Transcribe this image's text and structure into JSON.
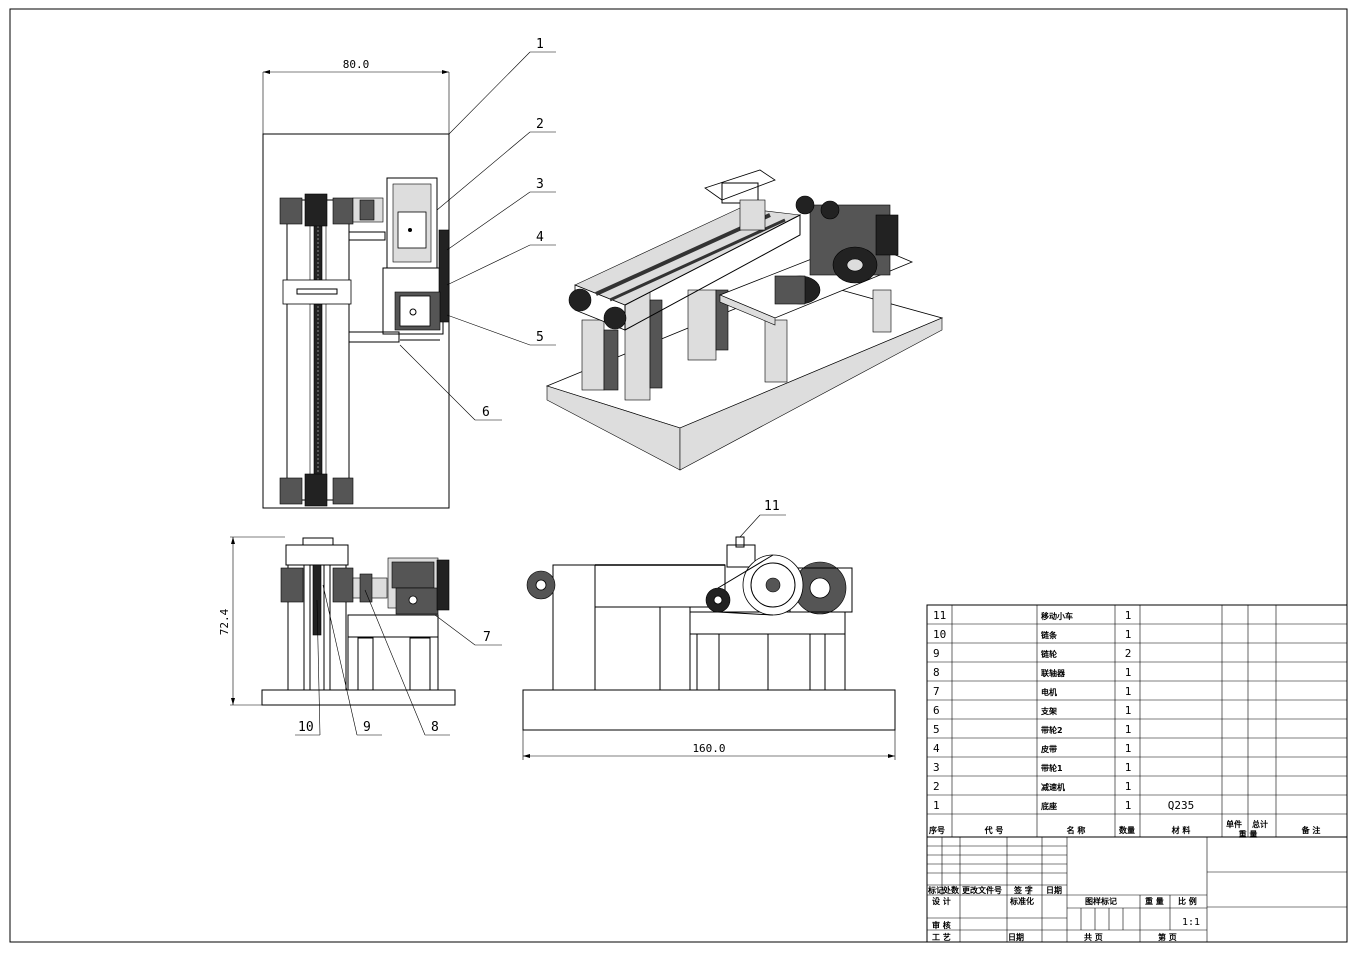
{
  "dimensions": {
    "top_width": "80.0",
    "height": "72.4",
    "length": "160.0"
  },
  "callouts": [
    "1",
    "2",
    "3",
    "4",
    "5",
    "6",
    "7",
    "8",
    "9",
    "10",
    "11"
  ],
  "bom": {
    "rows": [
      {
        "no": "11",
        "name": "移动小车",
        "qty": "1",
        "material": ""
      },
      {
        "no": "10",
        "name": "链条",
        "qty": "1",
        "material": ""
      },
      {
        "no": "9",
        "name": "链轮",
        "qty": "2",
        "material": ""
      },
      {
        "no": "8",
        "name": "联轴器",
        "qty": "1",
        "material": ""
      },
      {
        "no": "7",
        "name": "电机",
        "qty": "1",
        "material": ""
      },
      {
        "no": "6",
        "name": "支架",
        "qty": "1",
        "material": ""
      },
      {
        "no": "5",
        "name": "带轮2",
        "qty": "1",
        "material": ""
      },
      {
        "no": "4",
        "name": "皮带",
        "qty": "1",
        "material": ""
      },
      {
        "no": "3",
        "name": "带轮1",
        "qty": "1",
        "material": ""
      },
      {
        "no": "2",
        "name": "减速机",
        "qty": "1",
        "material": ""
      },
      {
        "no": "1",
        "name": "底座",
        "qty": "1",
        "material": "Q235"
      }
    ],
    "header": {
      "no": "序号",
      "code": "代  号",
      "name": "名  称",
      "qty": "数量",
      "material": "材  料",
      "unit": "单件",
      "total": "总计",
      "weight": "重  量",
      "note": "备  注"
    }
  },
  "title_block": {
    "mark": "标记",
    "count": "处数",
    "zone": "更改文件号",
    "sign": "签 字",
    "date": "日期",
    "design": "设 计",
    "standard": "标准化",
    "stage": "图样标记",
    "weight": "重 量",
    "scale": "比 例",
    "scale_value": "1:1",
    "check": "审 核",
    "process": "工 艺",
    "approve_date": "日期",
    "sheets": "共    页",
    "sheet": "第    页"
  }
}
